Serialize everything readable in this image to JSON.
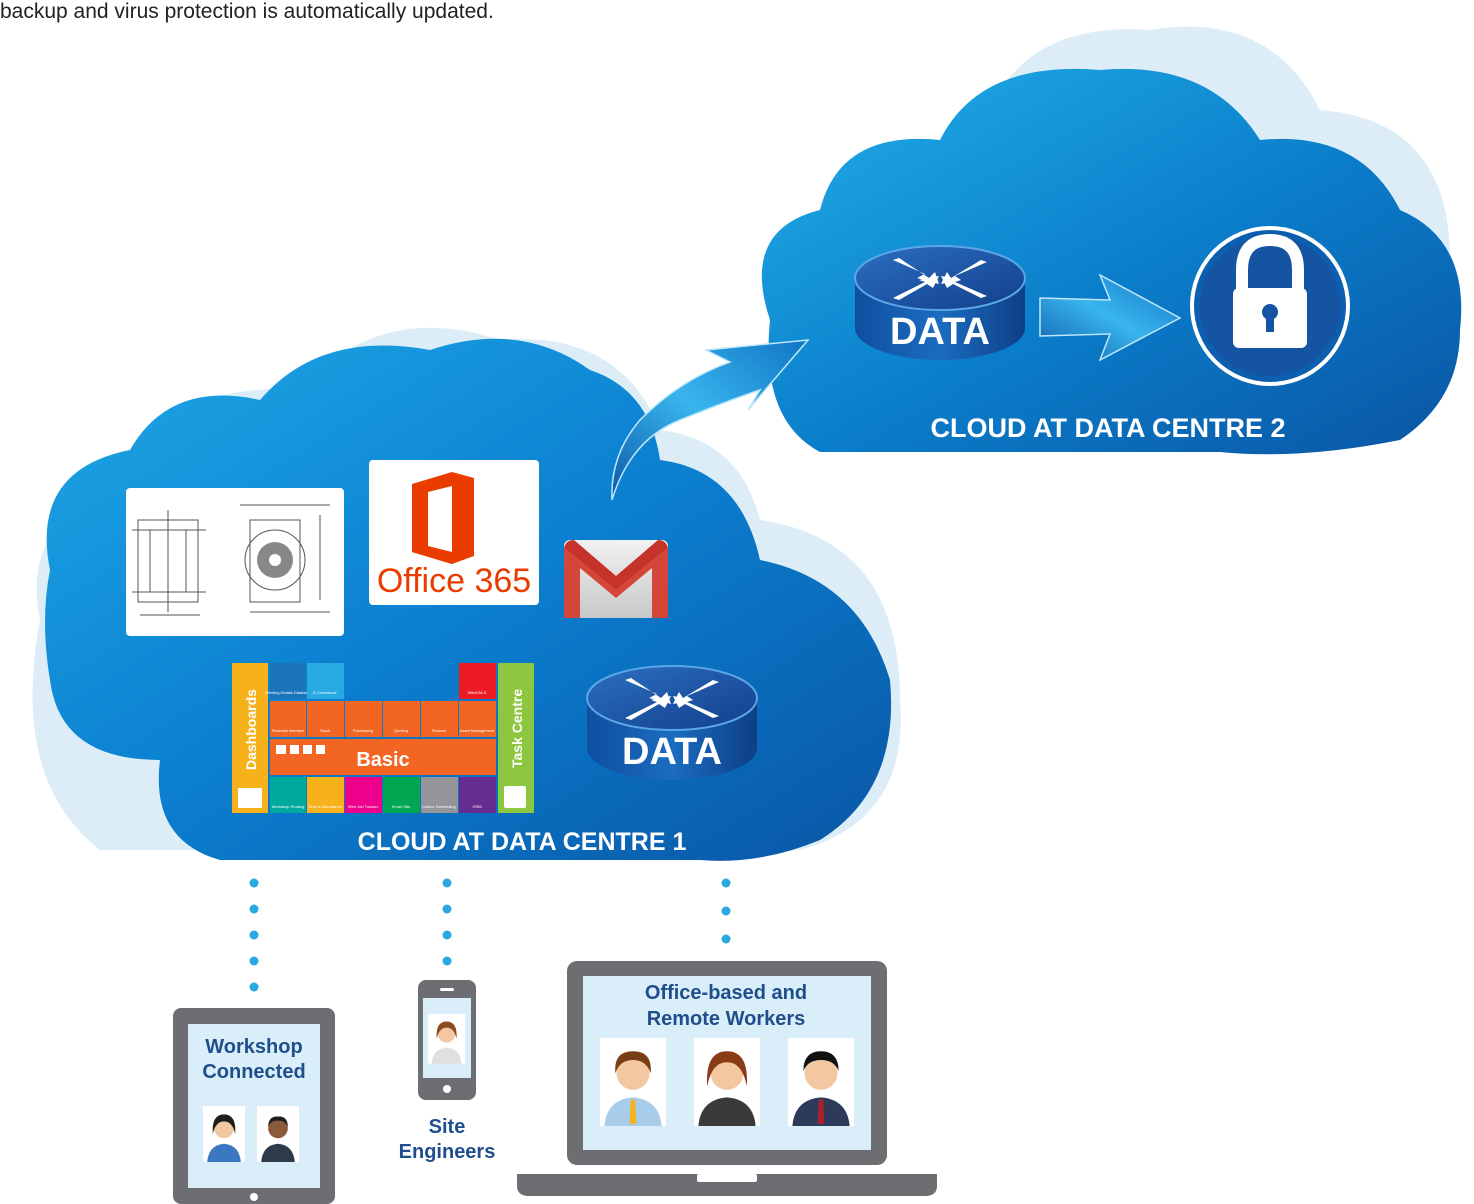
{
  "intro_text": "backup and virus protection is automatically updated.",
  "cloud1": {
    "label": "CLOUD AT DATA CENTRE 1",
    "office_label": "Office 365",
    "data_label": "DATA"
  },
  "cloud2": {
    "label": "CLOUD AT DATA CENTRE 2",
    "data_label": "DATA"
  },
  "modules": {
    "dashboards": "Dashboards",
    "task_centre": "Task Centre",
    "basic": "Basic",
    "top_row": [
      "Winding Details Database",
      "E-Commerce",
      "WebCNLS"
    ],
    "mid_row": [
      "Financial Interface",
      "Stock",
      "Purchasing",
      "Quoting",
      "Finance",
      "Asset Management"
    ],
    "bottom_row": [
      "Workshop Routing",
      "Time & Attendance",
      "Web Job Tracker",
      "Smart Site",
      "Labour Scheduling",
      "CRM"
    ],
    "colors": {
      "orange": "#f26522",
      "blue": "#1b75bb",
      "cyan": "#27aae1",
      "red": "#ed1c24",
      "green": "#8dc63f",
      "yellow": "#f7b21b",
      "teal": "#00a99d",
      "magenta": "#ec008c",
      "darkgreen": "#00a651",
      "grey": "#939598",
      "purple": "#662d91"
    }
  },
  "devices": {
    "tablet": {
      "line1": "Workshop",
      "line2": "Connected"
    },
    "phone": {
      "line1": "Site",
      "line2": "Engineers"
    },
    "laptop": {
      "line1": "Office-based and",
      "line2": "Remote Workers"
    }
  },
  "colors": {
    "cloud_light": "#d9eef9",
    "cloud_dark": "#0a63b0",
    "cloud_mid": "#1296d8",
    "label_blue": "#1f4e8c",
    "dot": "#29a9e0",
    "device_grey": "#6d6e71"
  },
  "icons": [
    "router-icon",
    "lock-icon",
    "arrow-icon",
    "gmail-icon",
    "office365-icon",
    "drawing-icon",
    "person-icon"
  ]
}
